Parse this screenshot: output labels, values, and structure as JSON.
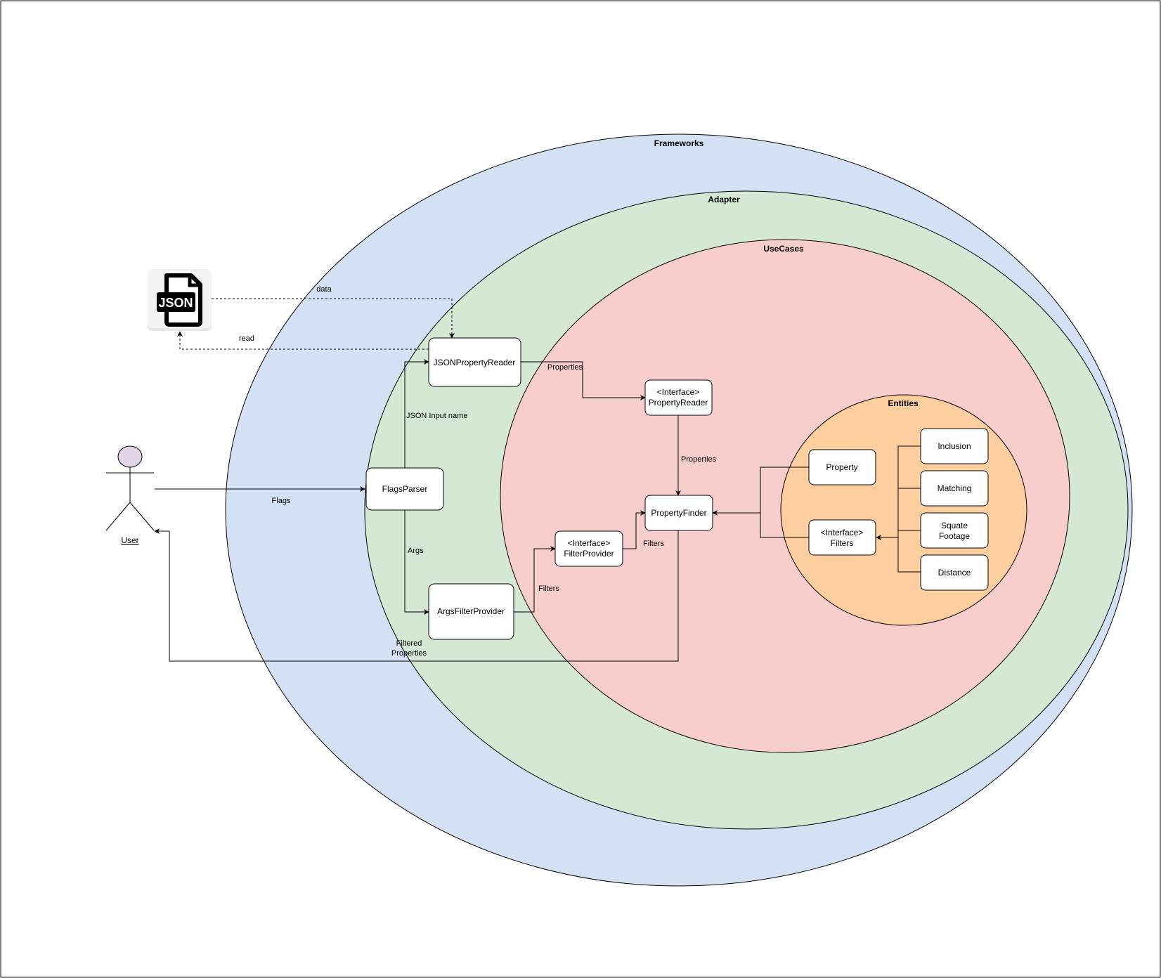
{
  "layers": {
    "frameworks": "Frameworks",
    "adapter": "Adapter",
    "usecases": "UseCases",
    "entities": "Entities"
  },
  "actor": {
    "label": "User"
  },
  "file_icon": {
    "text": "JSON"
  },
  "nodes": {
    "json_property_reader": "JSONPropertyReader",
    "flags_parser": "FlagsParser",
    "args_filter_provider": "ArgsFilterProvider",
    "property_reader_iface": [
      "<Interface>",
      "PropertyReader"
    ],
    "filter_provider_iface": [
      "<Interface>",
      "FilterProvider"
    ],
    "property_finder": "PropertyFinder",
    "property": "Property",
    "filters_iface": [
      "<Interface>",
      "Filters"
    ],
    "inclusion": "Inclusion",
    "matching": "Matching",
    "square_footage": [
      "Squate",
      "Footage"
    ],
    "distance": "Distance"
  },
  "edges": {
    "data": "data",
    "read": "read",
    "flags": "Flags",
    "json_input_name": "JSON Input name",
    "args": "Args",
    "properties_1": "Properties",
    "properties_2": "Properties",
    "filters_1": "Filters",
    "filters_2": "Filters",
    "filtered_properties": [
      "Filtered",
      "Properties"
    ]
  },
  "colors": {
    "frameworks": "#d4e1f5",
    "adapter": "#d5e8d4",
    "usecases": "#f8cecc",
    "entities": "#ffce9f",
    "actor_head": "#e1d5e7",
    "stroke": "#000000"
  }
}
